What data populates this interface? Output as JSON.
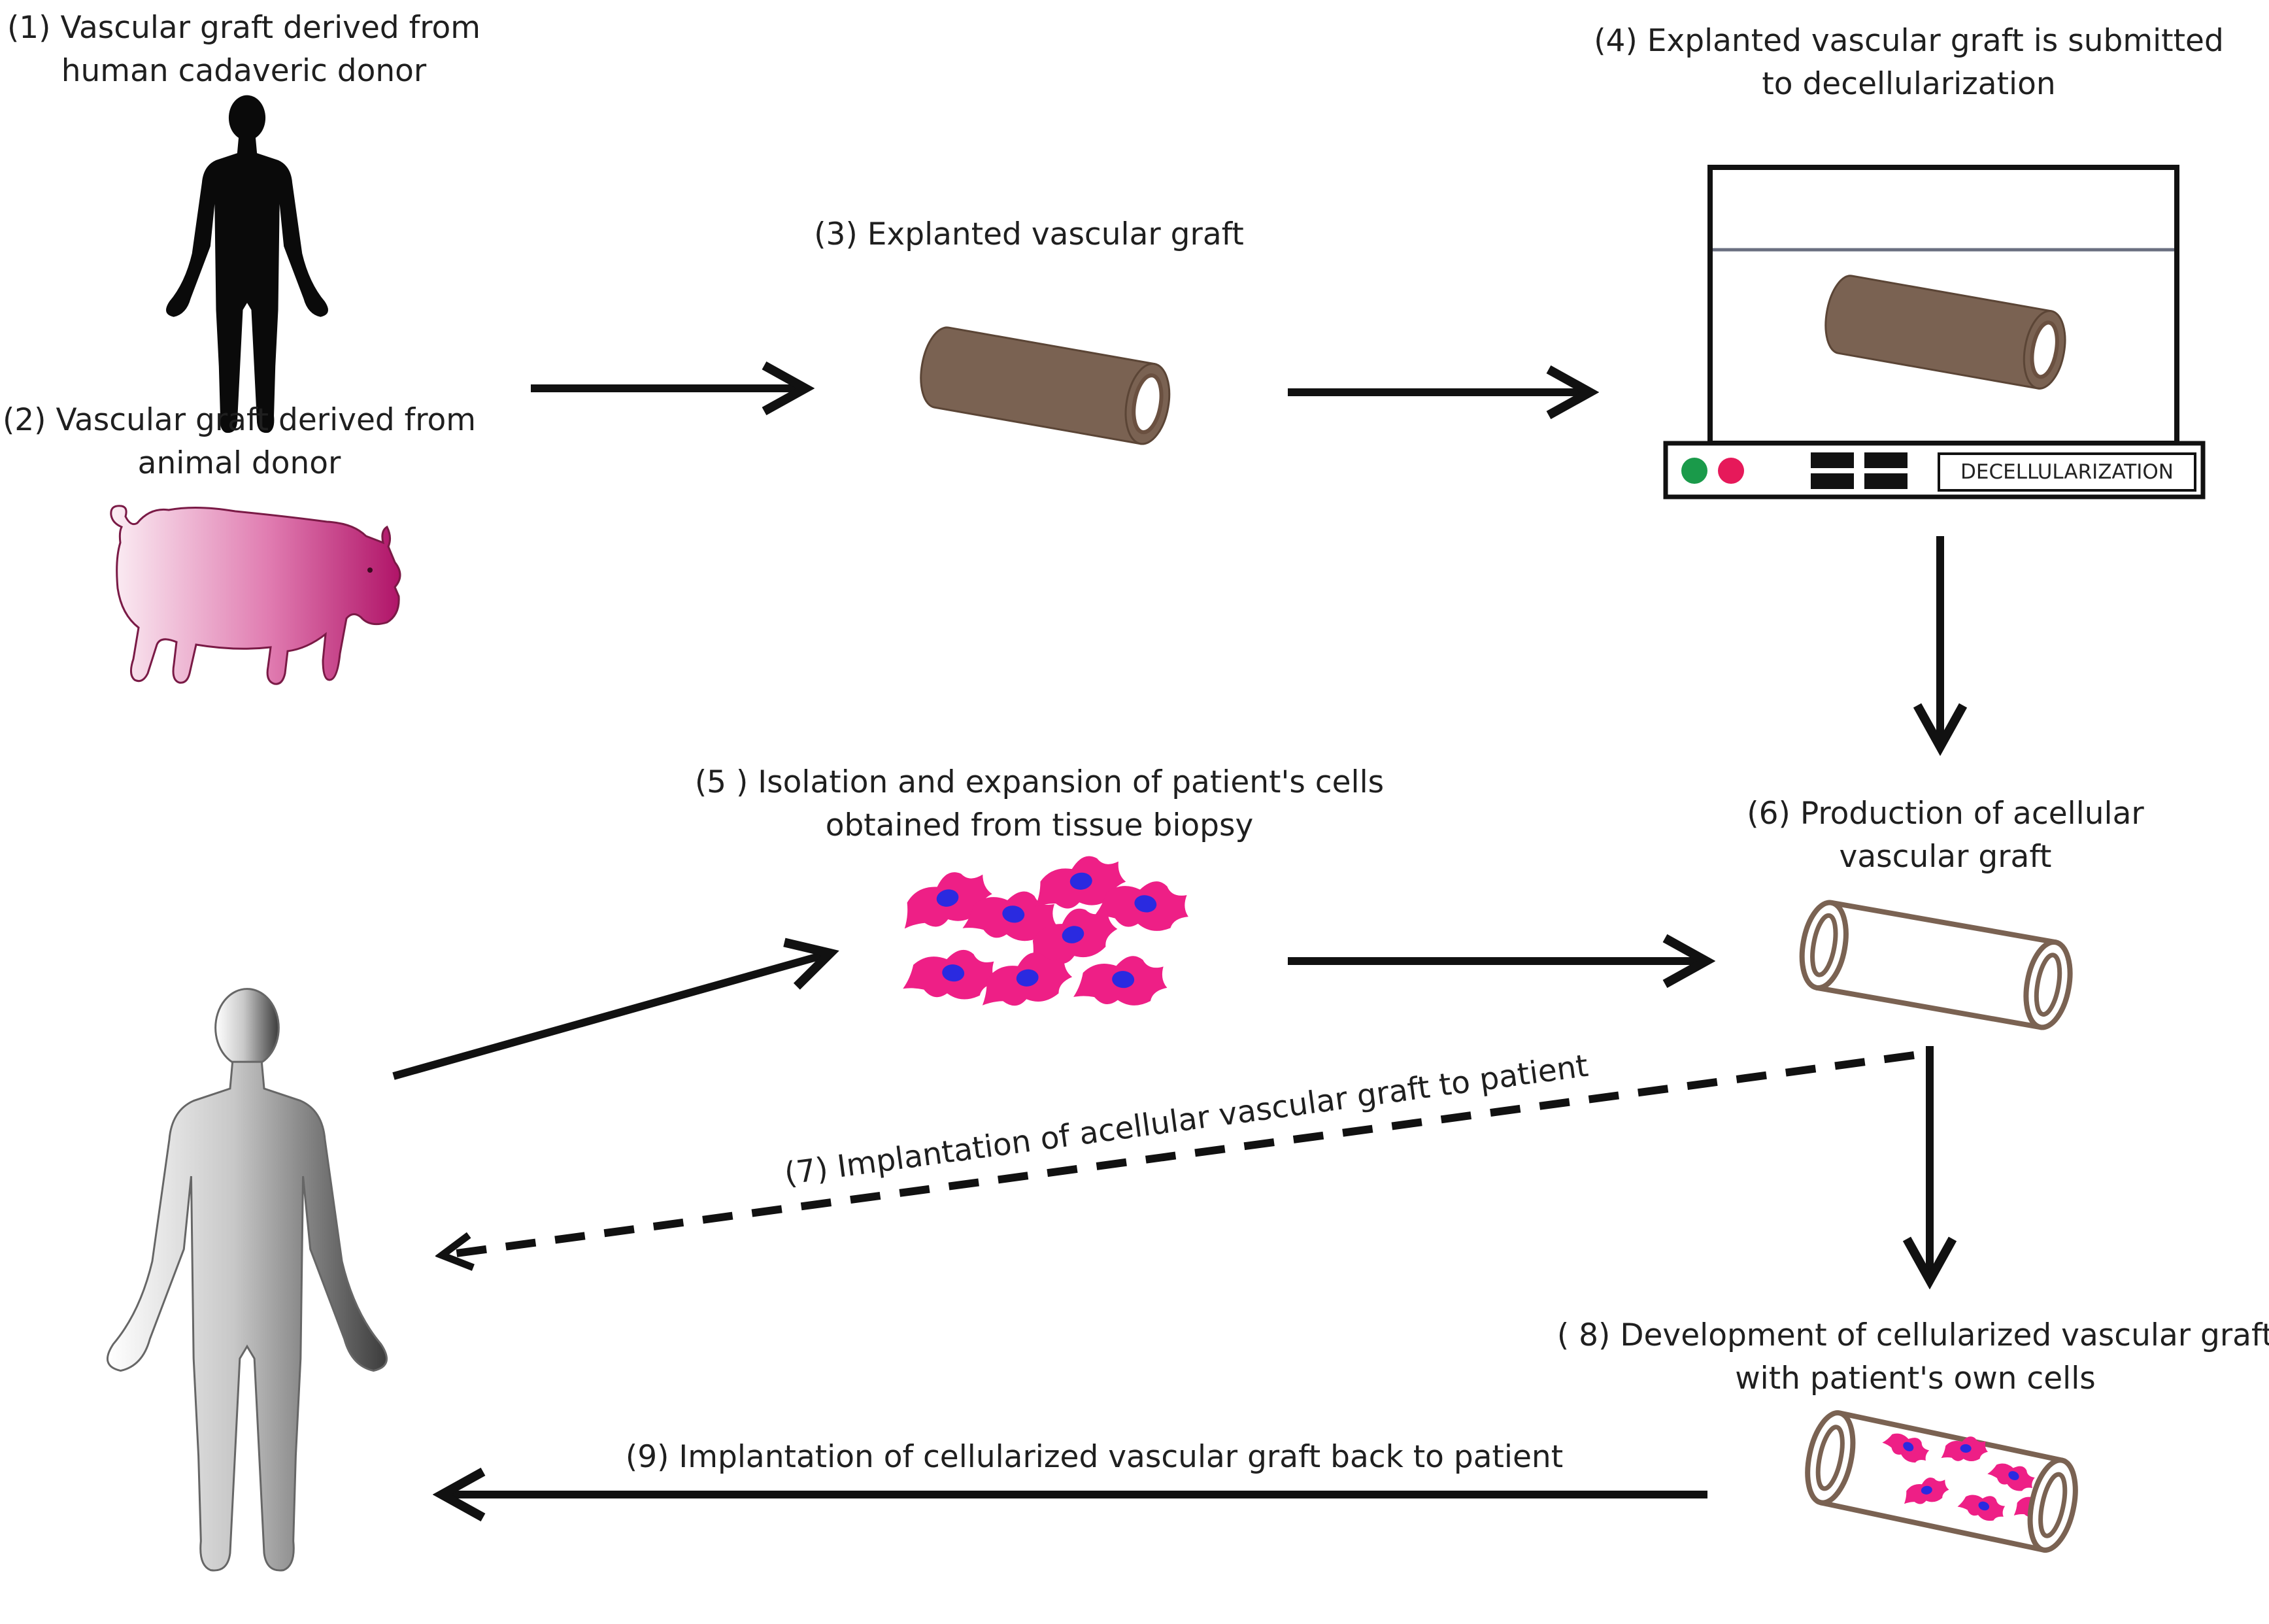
{
  "steps": {
    "s1": [
      "(1) Vascular graft derived from",
      "human cadaveric donor"
    ],
    "s2": [
      "(2) Vascular graft derived from",
      "animal donor"
    ],
    "s3": [
      "(3) Explanted vascular graft"
    ],
    "s4": [
      "(4) Explanted vascular graft is submitted",
      "to decellularization"
    ],
    "s5": [
      "(5 ) Isolation and expansion of patient's cells",
      "obtained from tissue biopsy"
    ],
    "s6": [
      "(6) Production of acellular",
      "vascular graft"
    ],
    "s7": "(7) Implantation of acellular vascular graft to patient",
    "s8": [
      "( 8) Development of cellularized vascular graft",
      "with patient's own cells"
    ],
    "s9": "(9) Implantation of cellularized vascular graft back to patient"
  },
  "machine": {
    "display_label": "DECELLULARIZATION",
    "led_colors": [
      "#1a9a4a",
      "#e6195a"
    ]
  },
  "colors": {
    "graft": "#7a6252",
    "cell": "#ee1f86",
    "nucleus": "#2a2ae0",
    "arrow": "#111111"
  },
  "icons": [
    "human-donor-silhouette-icon",
    "pig-icon",
    "vascular-graft-icon",
    "decellularization-machine-icon",
    "cell-cluster-icon",
    "patient-silhouette-icon"
  ]
}
